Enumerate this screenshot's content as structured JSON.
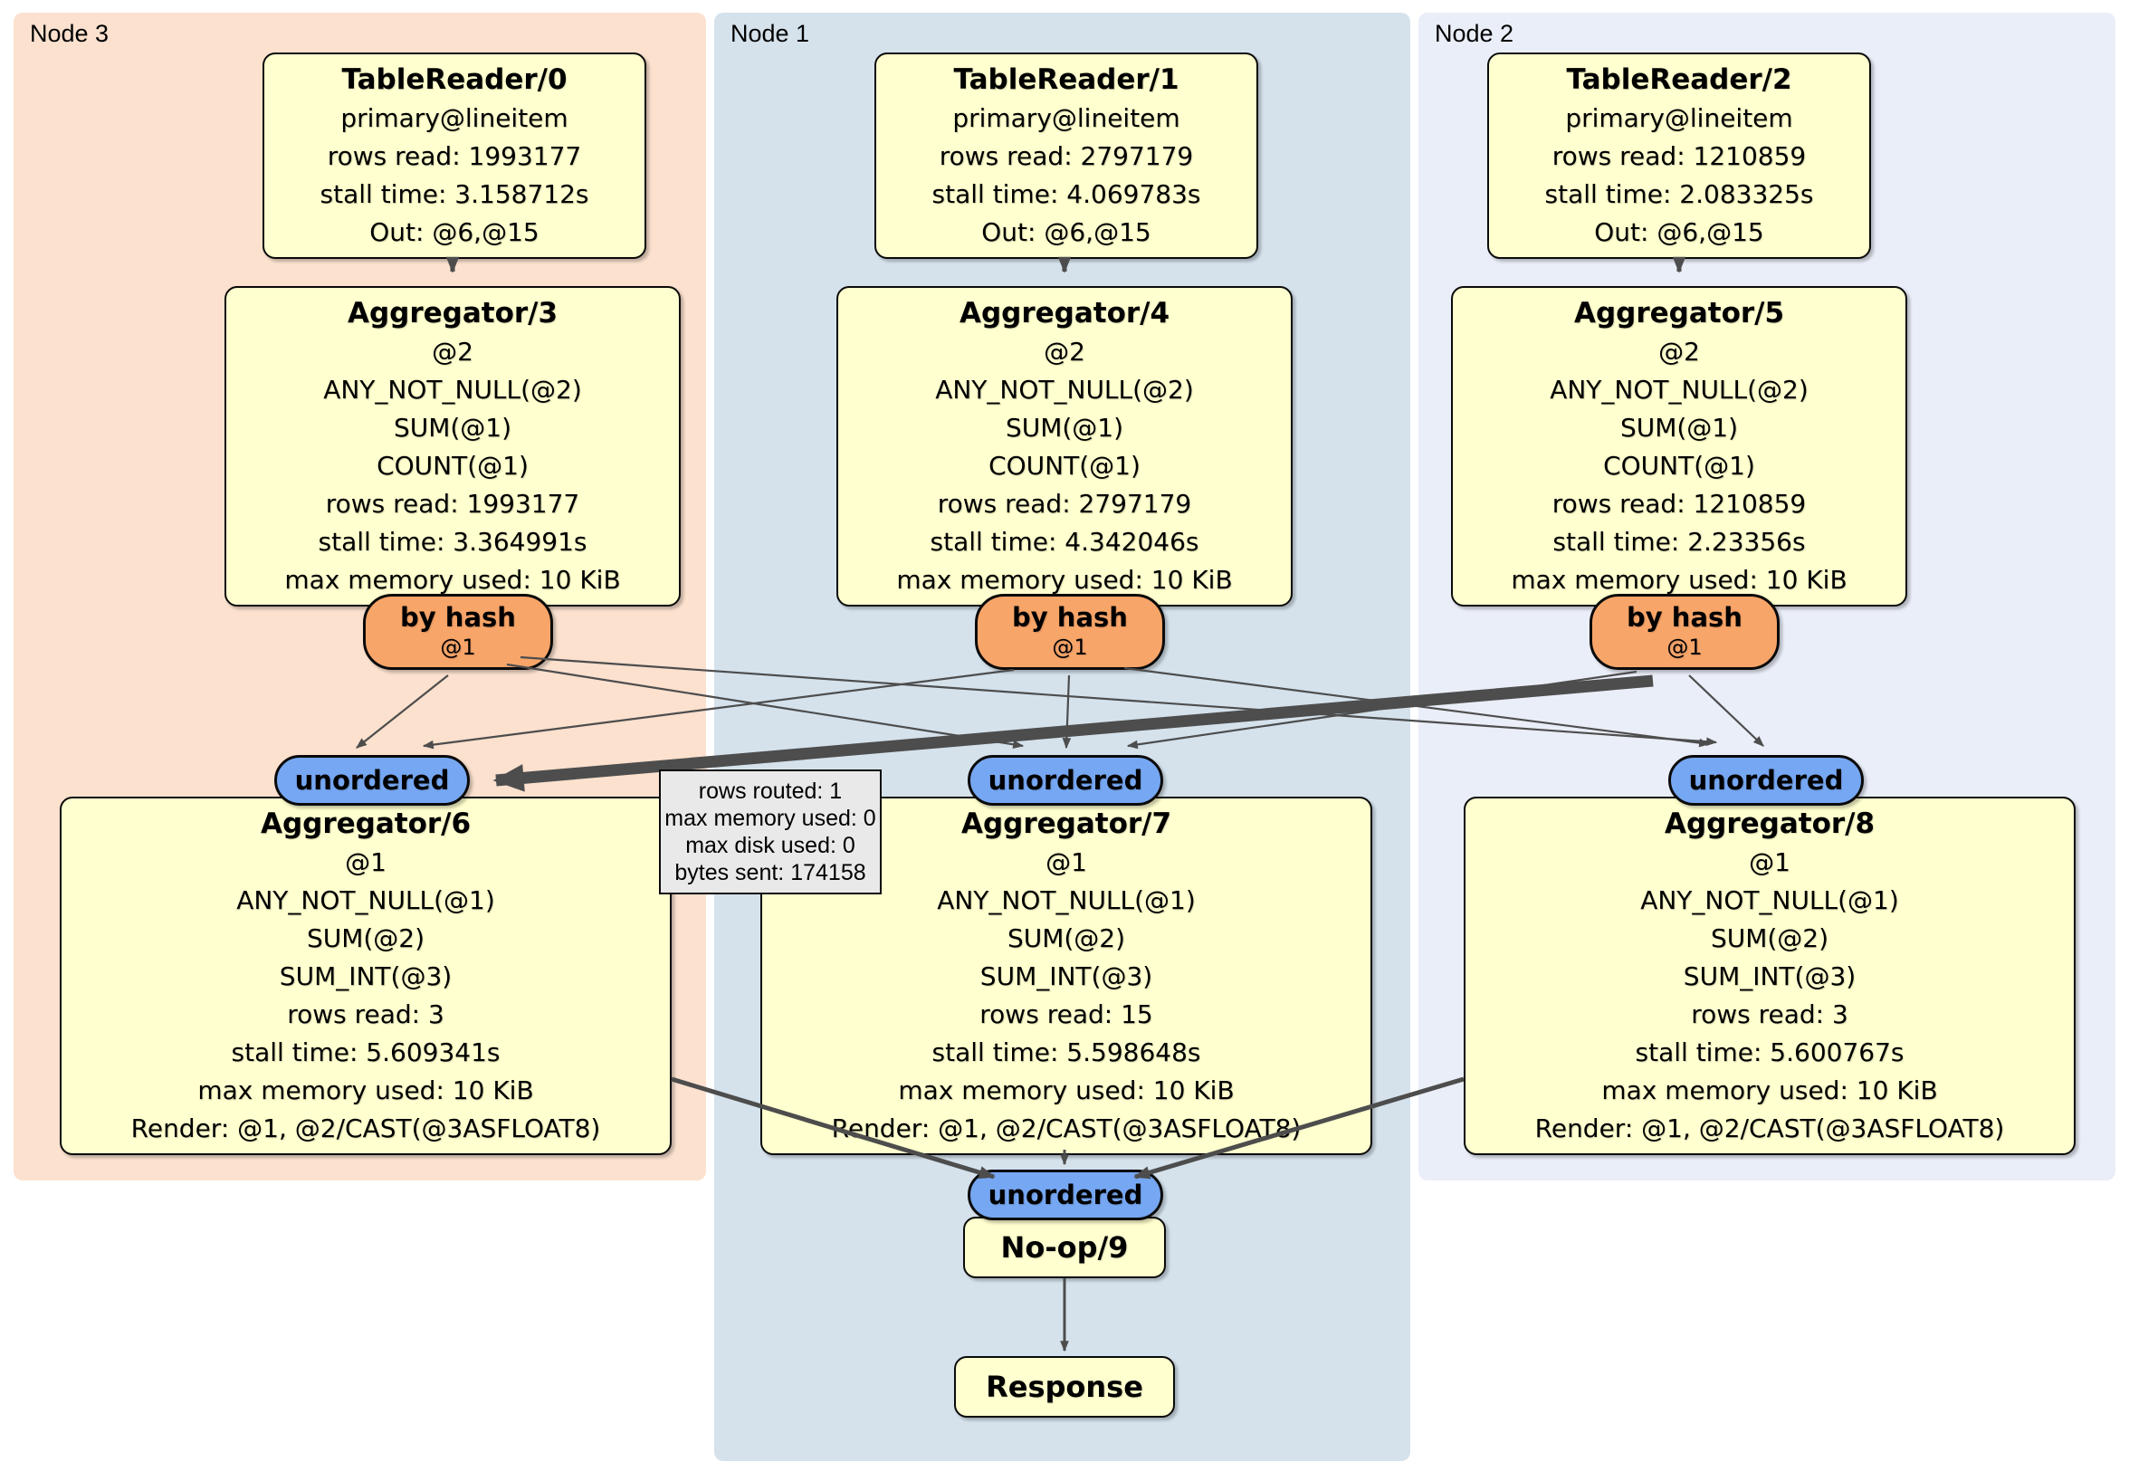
{
  "regions": [
    {
      "label": "Node 3"
    },
    {
      "label": "Node 1"
    },
    {
      "label": "Node 2"
    }
  ],
  "processors": {
    "tr0": {
      "title": "TableReader/0",
      "lines": [
        "primary@lineitem",
        "rows read: 1993177",
        "stall time: 3.158712s",
        "Out: @6,@15"
      ]
    },
    "tr1": {
      "title": "TableReader/1",
      "lines": [
        "primary@lineitem",
        "rows read: 2797179",
        "stall time: 4.069783s",
        "Out: @6,@15"
      ]
    },
    "tr2": {
      "title": "TableReader/2",
      "lines": [
        "primary@lineitem",
        "rows read: 1210859",
        "stall time: 2.083325s",
        "Out: @6,@15"
      ]
    },
    "agg3": {
      "title": "Aggregator/3",
      "lines": [
        "@2",
        "ANY_NOT_NULL(@2)",
        "SUM(@1)",
        "COUNT(@1)",
        "rows read: 1993177",
        "stall time: 3.364991s",
        "max memory used: 10 KiB"
      ]
    },
    "agg4": {
      "title": "Aggregator/4",
      "lines": [
        "@2",
        "ANY_NOT_NULL(@2)",
        "SUM(@1)",
        "COUNT(@1)",
        "rows read: 2797179",
        "stall time: 4.342046s",
        "max memory used: 10 KiB"
      ]
    },
    "agg5": {
      "title": "Aggregator/5",
      "lines": [
        "@2",
        "ANY_NOT_NULL(@2)",
        "SUM(@1)",
        "COUNT(@1)",
        "rows read: 1210859",
        "stall time: 2.23356s",
        "max memory used: 10 KiB"
      ]
    },
    "agg6": {
      "title": "Aggregator/6",
      "lines": [
        "@1",
        "ANY_NOT_NULL(@1)",
        "SUM(@2)",
        "SUM_INT(@3)",
        "rows read: 3",
        "stall time: 5.609341s",
        "max memory used: 10 KiB",
        "Render: @1, @2/CAST(@3ASFLOAT8)"
      ]
    },
    "agg7": {
      "title": "Aggregator/7",
      "lines": [
        "@1",
        "ANY_NOT_NULL(@1)",
        "SUM(@2)",
        "SUM_INT(@3)",
        "rows read: 15",
        "stall time: 5.598648s",
        "max memory used: 10 KiB",
        "Render: @1, @2/CAST(@3ASFLOAT8)"
      ]
    },
    "agg8": {
      "title": "Aggregator/8",
      "lines": [
        "@1",
        "ANY_NOT_NULL(@1)",
        "SUM(@2)",
        "SUM_INT(@3)",
        "rows read: 3",
        "stall time: 5.600767s",
        "max memory used: 10 KiB",
        "Render: @1, @2/CAST(@3ASFLOAT8)"
      ]
    },
    "noop": {
      "title": "No-op/9"
    },
    "response": {
      "title": "Response"
    }
  },
  "routers": [
    {
      "label": "by hash",
      "detail": "@1"
    },
    {
      "label": "by hash",
      "detail": "@1"
    },
    {
      "label": "by hash",
      "detail": "@1"
    }
  ],
  "syncs": [
    {
      "label": "unordered"
    },
    {
      "label": "unordered"
    },
    {
      "label": "unordered"
    },
    {
      "label": "unordered"
    }
  ],
  "tooltip": {
    "lines": [
      "rows routed: 1",
      "max memory used: 0",
      "max disk used: 0",
      "bytes sent: 174158"
    ]
  },
  "colors": {
    "node3_bg": "#fbe1ce",
    "node1_bg": "#d5e2ec",
    "node2_bg": "#eaeef8",
    "box_bg": "#ffffcf",
    "router_bg": "#f8a569",
    "sync_bg": "#76a7f2",
    "tooltip_bg": "#e9e9e9",
    "edge": "#4d4d4d"
  }
}
